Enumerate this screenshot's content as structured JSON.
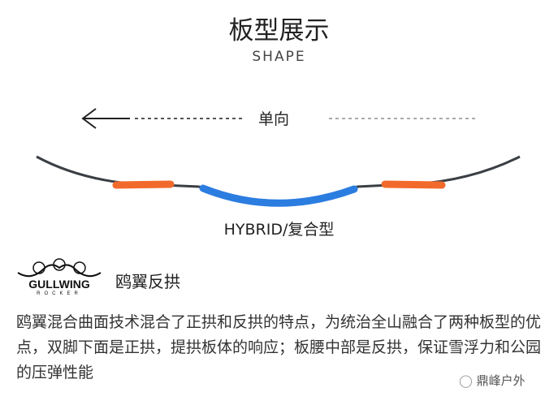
{
  "title": "板型展示",
  "subtitle": "SHAPE",
  "direction": "单向",
  "board_type": "HYBRID/复合型",
  "logo_text": "GULLWING ROCKER",
  "section_heading": "鸥翼反拱",
  "description": "鸥翼混合曲面技术混合了正拱和反拱的特点，为统治全山融合了两种板型的优点，双脚下面是正拱，提拱板体的响应；板腰中部是反拱，保证雪浮力和公园的压弹性能",
  "watermark": "鼎峰户外",
  "colors": {
    "camber": "#f26a2b",
    "rocker": "#2b7de0",
    "board": "#3a3f45"
  }
}
